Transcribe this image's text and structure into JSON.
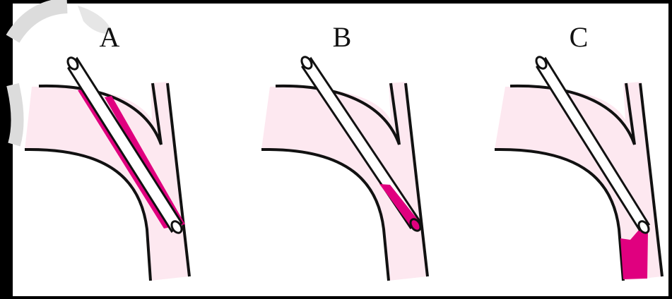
{
  "panels": [
    {
      "label": "A"
    },
    {
      "label": "B"
    },
    {
      "label": "C"
    }
  ],
  "colors": {
    "background": "#000000",
    "canvas": "#ffffff",
    "tissue": "#fde8f0",
    "fluid": "#e0007f",
    "outline": "#111111",
    "watermark": "#dcdcdc"
  }
}
